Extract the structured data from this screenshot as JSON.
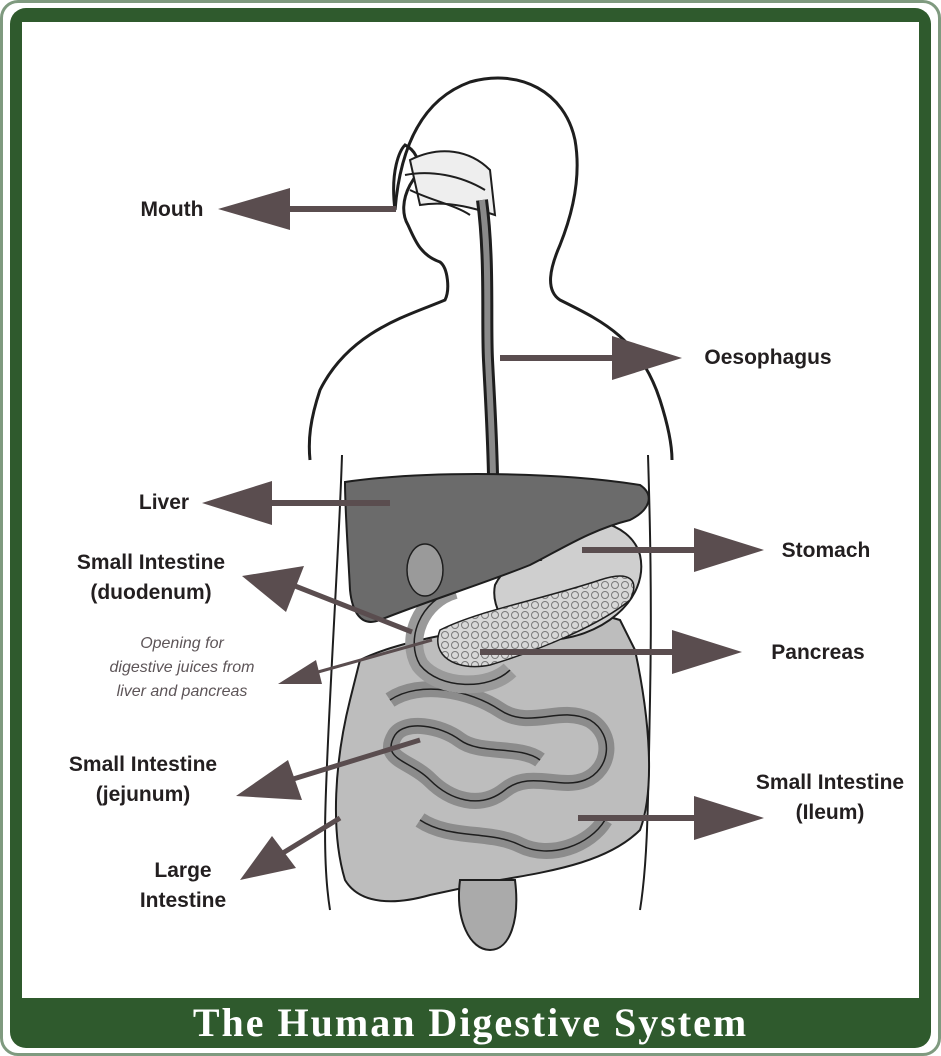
{
  "title": "The Human Digestive System",
  "colors": {
    "frame_green": "#2f5a2d",
    "arrow": "#5a4d4f",
    "liver": "#6b6b6b",
    "organ_fill": "#b9b9b9",
    "outline": "#1e1e1e"
  },
  "labels": {
    "mouth": "Mouth",
    "oesophagus": "Oesophagus",
    "liver": "Liver",
    "stomach": "Stomach",
    "small_intestine_duodenum": [
      "Small Intestine",
      "(duodenum)"
    ],
    "pancreas": "Pancreas",
    "opening_note": [
      "Opening for",
      "digestive juices from",
      "liver and pancreas"
    ],
    "small_intestine_jejunum": [
      "Small Intestine",
      "(jejunum)"
    ],
    "small_intestine_ileum": [
      "Small Intestine",
      "(Ileum)"
    ],
    "large_intestine": [
      "Large",
      "Intestine"
    ]
  }
}
